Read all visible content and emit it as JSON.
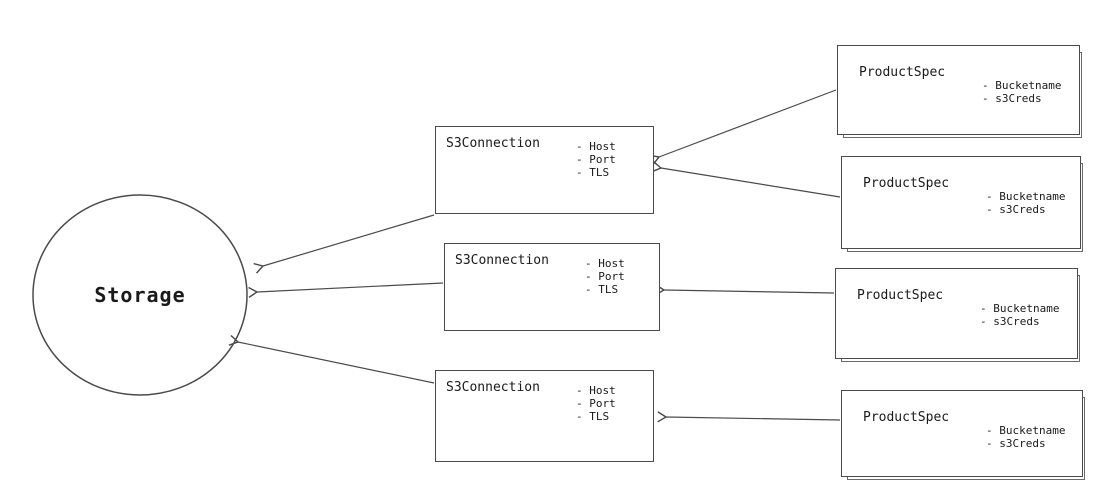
{
  "storage": {
    "label": "Storage"
  },
  "connections": [
    {
      "title": "S3Connection",
      "attrs": [
        "- Host",
        "- Port",
        "- TLS"
      ]
    },
    {
      "title": "S3Connection",
      "attrs": [
        "- Host",
        "- Port",
        "- TLS"
      ]
    },
    {
      "title": "S3Connection",
      "attrs": [
        "- Host",
        "- Port",
        "- TLS"
      ]
    }
  ],
  "productspecs": [
    {
      "title": "ProductSpec",
      "attrs": [
        "- Bucketname",
        "- s3Creds"
      ]
    },
    {
      "title": "ProductSpec",
      "attrs": [
        "- Bucketname",
        "- s3Creds"
      ]
    },
    {
      "title": "ProductSpec",
      "attrs": [
        "- Bucketname",
        "- s3Creds"
      ]
    },
    {
      "title": "ProductSpec",
      "attrs": [
        "- Bucketname",
        "- s3Creds"
      ]
    }
  ]
}
